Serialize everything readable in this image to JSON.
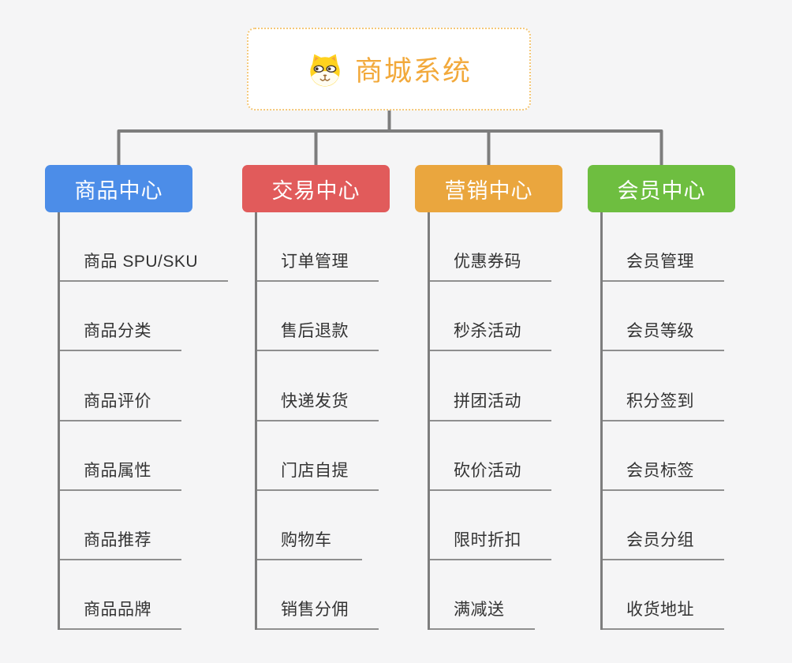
{
  "root": {
    "title": "商城系统",
    "icon": "dog-face"
  },
  "branches": [
    {
      "label": "商品中心",
      "color": "#4C8DE8",
      "items": [
        "商品 SPU/SKU",
        "商品分类",
        "商品评价",
        "商品属性",
        "商品推荐",
        "商品品牌"
      ]
    },
    {
      "label": "交易中心",
      "color": "#E15B5B",
      "items": [
        "订单管理",
        "售后退款",
        "快递发货",
        "门店自提",
        "购物车",
        "销售分佣"
      ]
    },
    {
      "label": "营销中心",
      "color": "#EAA63E",
      "items": [
        "优惠券码",
        "秒杀活动",
        "拼团活动",
        "砍价活动",
        "限时折扣",
        "满减送"
      ]
    },
    {
      "label": "会员中心",
      "color": "#6EBE40",
      "items": [
        "会员管理",
        "会员等级",
        "积分签到",
        "会员标签",
        "会员分组",
        "收货地址"
      ]
    }
  ],
  "colors": {
    "background": "#F5F5F6",
    "connector": "#7D7D7D",
    "underline": "#8F8F8F",
    "leaf_text": "#333333",
    "root_text": "#F2A93B",
    "root_border": "#F4C879"
  }
}
